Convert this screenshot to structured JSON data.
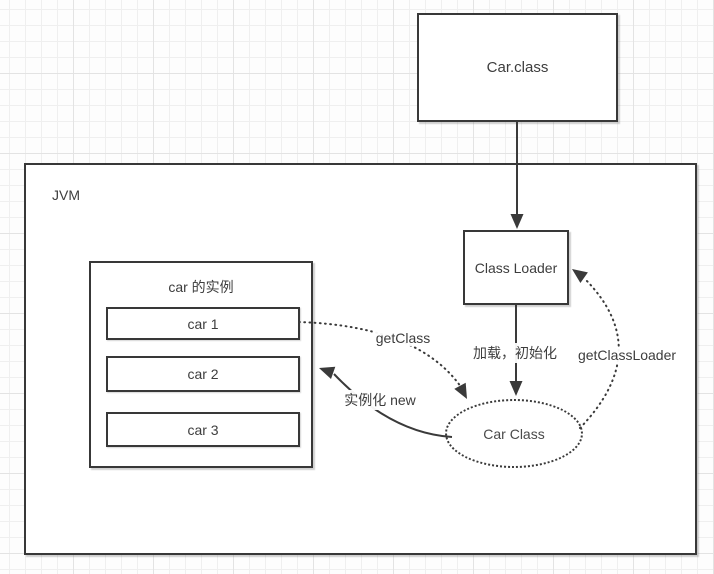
{
  "diagram": {
    "colors": {
      "line": "#3a3a3a",
      "text": "#3d3d3d",
      "node_fill": "#ffffff",
      "grid_minor": "#efefef",
      "grid_major": "#e3e3e3"
    },
    "nodes": {
      "car_class_file": {
        "label": "Car.class",
        "shape": "rectangle"
      },
      "jvm": {
        "label": "JVM",
        "shape": "container-rectangle"
      },
      "instances": {
        "title": "car 的实例",
        "shape": "rectangle",
        "items": [
          {
            "label": "car 1"
          },
          {
            "label": "car 2"
          },
          {
            "label": "car 3"
          }
        ]
      },
      "class_loader": {
        "label": "Class Loader",
        "shape": "rectangle"
      },
      "car_class_object": {
        "label": "Car Class",
        "shape": "dotted-ellipse"
      }
    },
    "edges": [
      {
        "from": "Car.class",
        "to": "Class Loader",
        "label": "",
        "style": "solid-arrow"
      },
      {
        "from": "Class Loader",
        "to": "Car Class",
        "label": "加载，初始化",
        "style": "solid-arrow"
      },
      {
        "from": "car 1",
        "to": "Car Class",
        "label": "getClass",
        "style": "dotted-arrow"
      },
      {
        "from": "Car Class",
        "to": "Class Loader",
        "label": "getClassLoader",
        "style": "dotted-arrow"
      },
      {
        "from": "Car Class",
        "to": "car 2",
        "label": "实例化 new",
        "style": "solid-arrow"
      }
    ]
  }
}
